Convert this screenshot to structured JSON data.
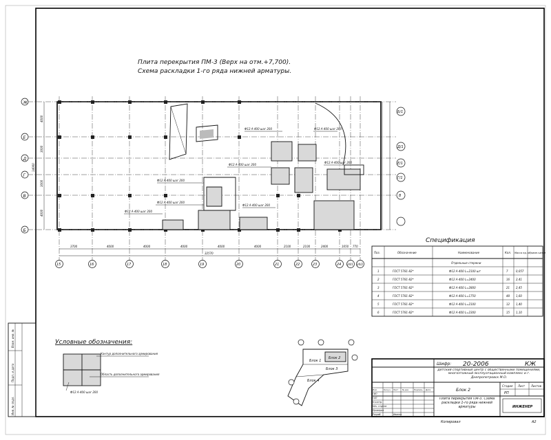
{
  "drawing": {
    "title_line1": "Плита перекрытия ПМ-3 (Верх на отм.+7,700).",
    "title_line2": "Схема раскладки 1-го ряда нижней арматуры."
  },
  "axes": {
    "columns": [
      "15",
      "16",
      "17",
      "18",
      "19",
      "20",
      "21",
      "22",
      "23",
      "24",
      "24/1",
      "24/2"
    ],
    "rows_left": [
      "Ж",
      "Е",
      "Д",
      "Г",
      "В",
      "Б"
    ],
    "rows_right": [
      "Б/1",
      "Д/1",
      "Е/1",
      "Г/1",
      "В"
    ],
    "bottom_dims": [
      "3700",
      "4000",
      "4000",
      "4000",
      "4000",
      "4000",
      "2100",
      "2100",
      "2400",
      "1650",
      "770"
    ],
    "bottom_total": "32570",
    "left_dims": [
      "4000",
      "3000",
      "3000",
      "4000"
    ],
    "left_total": "14000"
  },
  "rebar_labels": [
    "Ф12 А-400 шаг 200",
    "Ф12 А-400 шаг 200",
    "Ф12 А-400 шаг 200",
    "Ф12 А-400 шаг 200",
    "Ф12 А-400 шаг 200",
    "Ф12 А-400 шаг 200",
    "Ф12 А-400 шаг 200",
    "Ф12 А-400 шаг 200"
  ],
  "specification": {
    "title": "Спецификация",
    "headers": [
      "Поз.",
      "Обозначение",
      "Наименование",
      "Кол.",
      "Масса ед. кг",
      "Приме-чание"
    ],
    "section": "Отдельные стержни",
    "rows": [
      {
        "pos": "1",
        "doc": "ГОСТ 5781-82*",
        "name": "Ф12 А-400 L=2100 шт",
        "qty": "7",
        "mass": "0,057",
        "note": ""
      },
      {
        "pos": "2",
        "doc": "ГОСТ 5781-82*",
        "name": "Ф12 А-400 L=2400",
        "qty": "16",
        "mass": "2,41",
        "note": ""
      },
      {
        "pos": "3",
        "doc": "ГОСТ 5781-82*",
        "name": "Ф12 А-400 L=2800",
        "qty": "21",
        "mass": "2,45",
        "note": ""
      },
      {
        "pos": "4",
        "doc": "ГОСТ 5781-82*",
        "name": "Ф12 А-400 L=1750",
        "qty": "48",
        "mass": "1,60",
        "note": ""
      },
      {
        "pos": "5",
        "doc": "ГОСТ 5781-82*",
        "name": "Ф12 А-400 L=2100",
        "qty": "12",
        "mass": "1,40",
        "note": ""
      },
      {
        "pos": "6",
        "doc": "ГОСТ 5781-82*",
        "name": "Ф12 А-400 L=2300",
        "qty": "15",
        "mass": "1,10",
        "note": ""
      }
    ]
  },
  "legend": {
    "title": "Условные обозначения:",
    "label1": "Контур дополнительного армирования",
    "label2": "Область дополнительного армирования",
    "label3": "Ф12 А-400 шаг 200"
  },
  "keyplan": {
    "blocks": [
      "Блок 1",
      "Блок 2",
      "Блок 3",
      "Блок 4"
    ]
  },
  "title_block": {
    "code_label": "Шифр:",
    "code": "20-2006",
    "mark": "КЖ",
    "project": "Детский спортивный центр с общественными помещениями, многоэтажный эксплуатационный комплекс и г. Днепропетровск М.О.",
    "block": "Блок 2",
    "sheet_title": "Плита перекрытия ПМ-3. Схема раскладки 1-го ряда нижней арматуры",
    "stage_label": "Стадия",
    "sheet_label": "Лист",
    "sheets_label": "Листов",
    "stage": "РП",
    "company": "ИНЖЕНЕР",
    "roles": [
      "Изм.",
      "Кол.уч.",
      "Лист",
      "№ док.",
      "Подпись",
      "Дата"
    ],
    "staff": [
      "ГИП",
      "ГАП",
      "Н.контр.",
      "Нач. отдела",
      "Проверил",
      "Разраб."
    ],
    "staff_name": "Иванов",
    "copied": "Копировал",
    "format": "А2"
  },
  "side_stamp": [
    "Инв. № подл.",
    "Подп. и дата",
    "Взам. инв. №"
  ]
}
